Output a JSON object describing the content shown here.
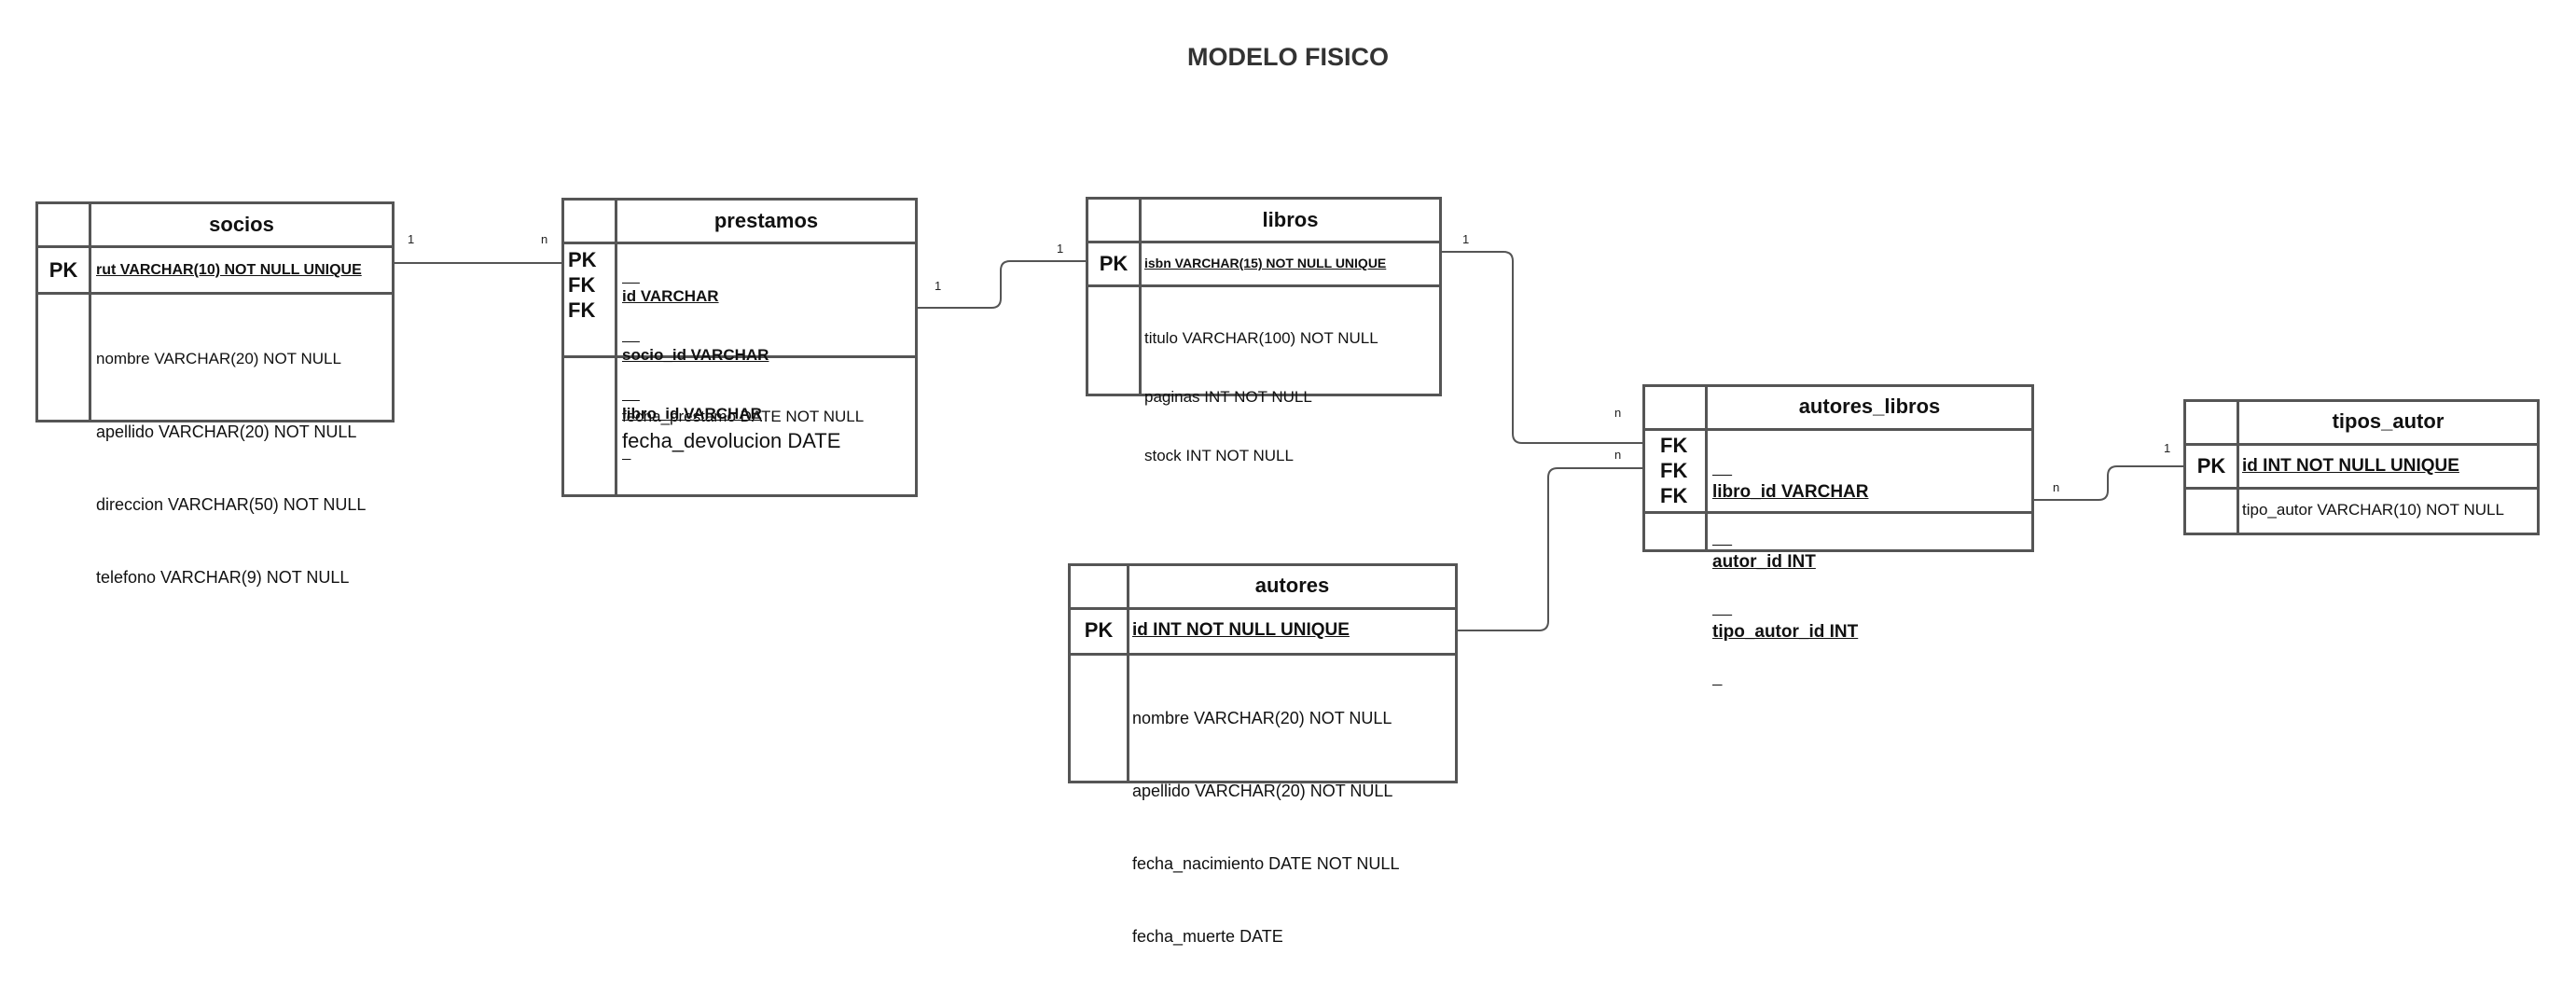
{
  "title": "MODELO FISICO",
  "tables": {
    "socios": {
      "name": "socios",
      "key_label": "PK",
      "pk_field": "rut VARCHAR(10) NOT NULL UNIQUE",
      "fields": [
        "nombre VARCHAR(20) NOT NULL",
        "apellido VARCHAR(20) NOT NULL",
        "direccion   VARCHAR(50) NOT NULL",
        "telefono    VARCHAR(9) NOT NULL"
      ]
    },
    "prestamos": {
      "name": "prestamos",
      "keys": [
        "PK",
        "FK",
        "FK"
      ],
      "key_fields": [
        "id  VARCHAR",
        "socio_id  VARCHAR",
        "libro_id  VARCHAR"
      ],
      "fields": [
        "fecha_prestamo DATE NOT NULL",
        "fecha_devolucion DATE"
      ]
    },
    "libros": {
      "name": "libros",
      "key_label": "PK",
      "pk_field": "isbn VARCHAR(15) NOT NULL UNIQUE",
      "fields": [
        "titulo  VARCHAR(100) NOT NULL",
        "paginas INT NOT NULL",
        "stock INT NOT NULL"
      ]
    },
    "autores_libros": {
      "name": "autores_libros",
      "keys": [
        "FK",
        "FK",
        "FK"
      ],
      "key_fields": [
        "libro_id  VARCHAR",
        "autor_id   INT",
        "tipo_autor_id INT"
      ]
    },
    "tipos_autor": {
      "name": "tipos_autor",
      "key_label": "PK",
      "pk_field": "id INT NOT NULL UNIQUE",
      "fields": [
        "tipo_autor VARCHAR(10) NOT NULL"
      ]
    },
    "autores": {
      "name": "autores",
      "key_label": "PK",
      "pk_field": "id INT NOT NULL UNIQUE",
      "fields": [
        "nombre     VARCHAR(20) NOT NULL",
        "apellido    VARCHAR(20) NOT NULL",
        "fecha_nacimiento   DATE NOT NULL",
        "fecha_muerte DATE"
      ]
    }
  },
  "cardinalities": {
    "socios_prestamos": [
      "1",
      "n"
    ],
    "prestamos_libros": [
      "1",
      "1"
    ],
    "libros_autores_libros": [
      "1",
      "n"
    ],
    "autores_autores_libros": [
      "n"
    ],
    "autores_libros_tipos_autor": [
      "n",
      "1"
    ]
  }
}
